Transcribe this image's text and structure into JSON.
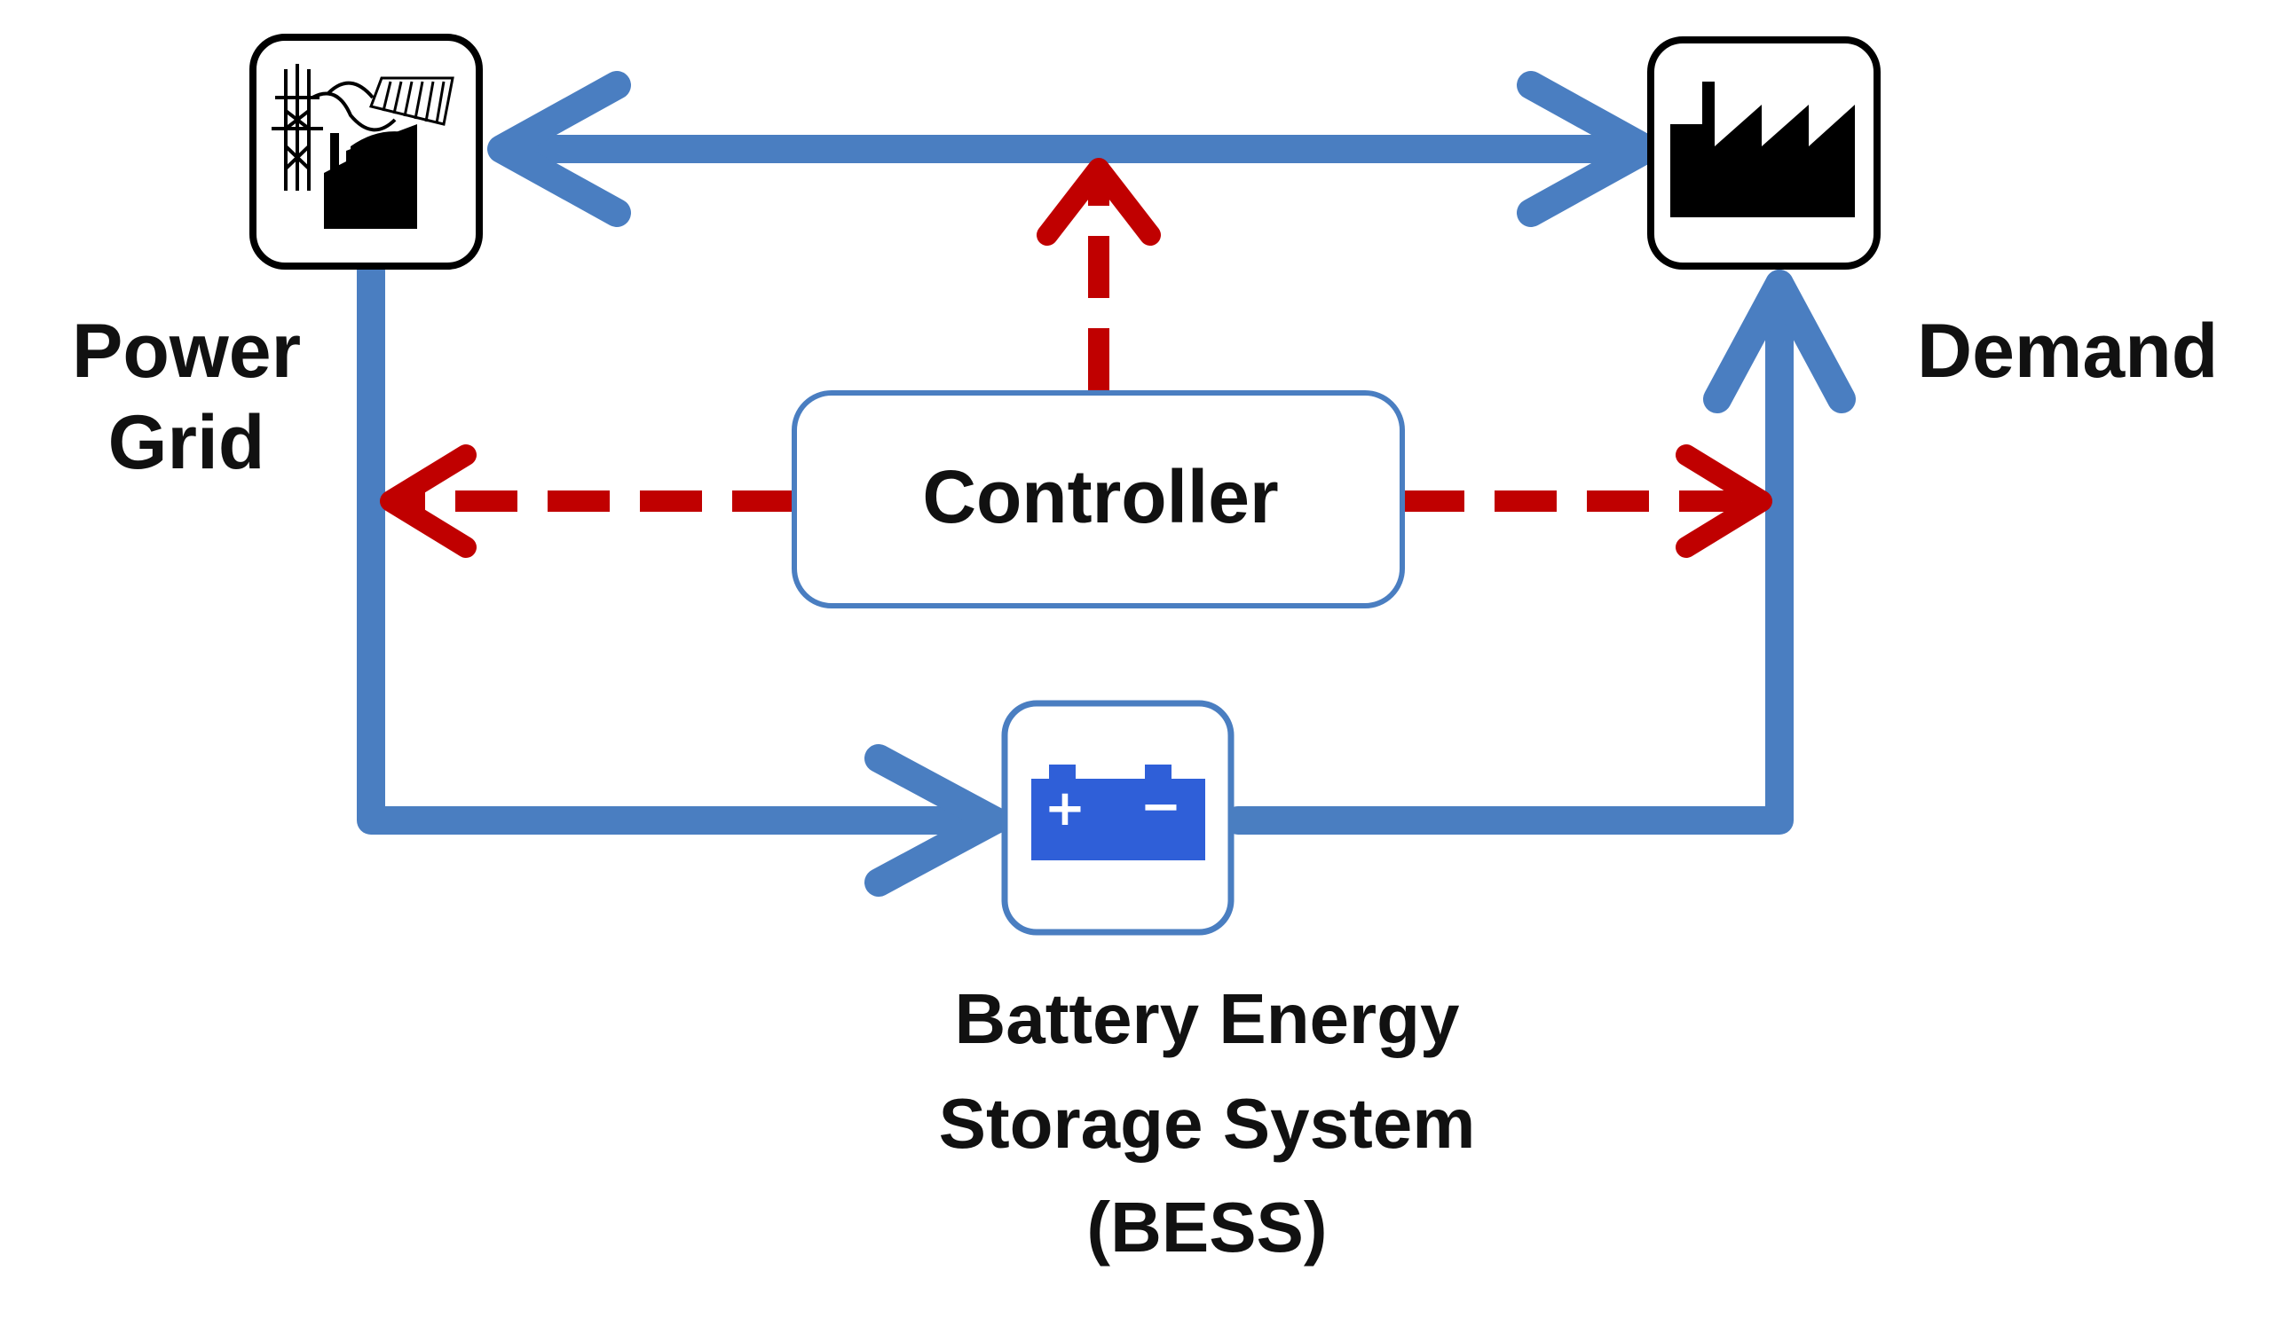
{
  "nodes": {
    "power_grid": {
      "label_line1": "Power",
      "label_line2": "Grid",
      "icon": "power-plant-icon"
    },
    "demand": {
      "label": "Demand",
      "icon": "factory-icon"
    },
    "controller": {
      "label": "Controller"
    },
    "bess": {
      "label_line1": "Battery Energy",
      "label_line2": "Storage System",
      "label_line3": "(BESS)",
      "icon": "battery-icon",
      "plus": "+",
      "minus": "−"
    }
  },
  "colors": {
    "power_flow": "#4a7ec1",
    "control_signal": "#c00000",
    "battery": "#2f5fd8",
    "box_border": "#000000",
    "controller_border": "#4a7ec1"
  }
}
